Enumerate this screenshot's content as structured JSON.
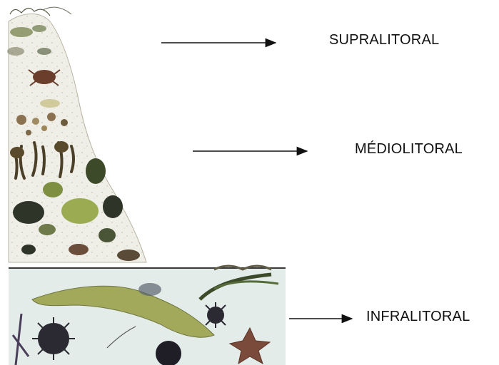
{
  "zones": {
    "supralitoral": {
      "label": "SUPRALITORAL"
    },
    "mediolitoral": {
      "label": "MÉDIOLITORAL"
    },
    "infralitoral": {
      "label": "INFRALITORAL"
    }
  },
  "colors": {
    "rock": "#efeee7",
    "rock_speckle": "#c9c6b8",
    "water": "#e3ece8",
    "water_line": "#3a3a3a",
    "algae_green": "#8f9f4a",
    "algae_dark": "#3c4a2a",
    "kelp_brown": "#5a4a2c",
    "barnacle": "#8a7250",
    "urchin": "#2b2a33",
    "starfish": "#7a4a3a",
    "arrow": "#111111"
  }
}
